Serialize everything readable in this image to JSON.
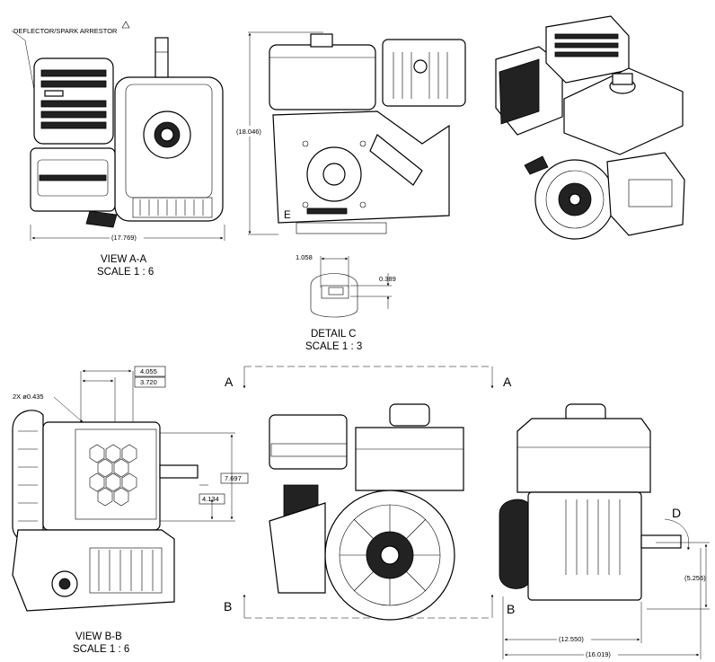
{
  "labels": {
    "deflector": "DEFLECTOR/SPARK ARRESTOR",
    "view_aa_title": "VIEW A-A",
    "view_aa_scale": "SCALE 1 : 6",
    "detail_c_title": "DETAIL  C",
    "detail_c_scale": "SCALE 1 : 3",
    "view_bb_title": "VIEW B-B",
    "view_bb_scale": "SCALE 1 : 6",
    "hole_callout": "2X ø0.435",
    "section_a": "A",
    "section_b": "B",
    "detail_d": "D",
    "detail_c_mark": "E"
  },
  "dimensions": {
    "width_17769": "(17.769)",
    "height_18046": "(18.046)",
    "shaft_1058": "1.058",
    "key_0389": "0.389",
    "bolt_4055": "4.055",
    "bolt_3720": "3.720",
    "mount_7697": "7.697",
    "mount_4134": "4.134",
    "depth_12550": "(12.550)",
    "depth_16019": "(16.019)",
    "shaft_5256": "(5.256)"
  },
  "colors": {
    "line": "#000000",
    "paper": "#ffffff",
    "fill_dark": "#222222",
    "fill_grey": "#cfcfcf"
  }
}
